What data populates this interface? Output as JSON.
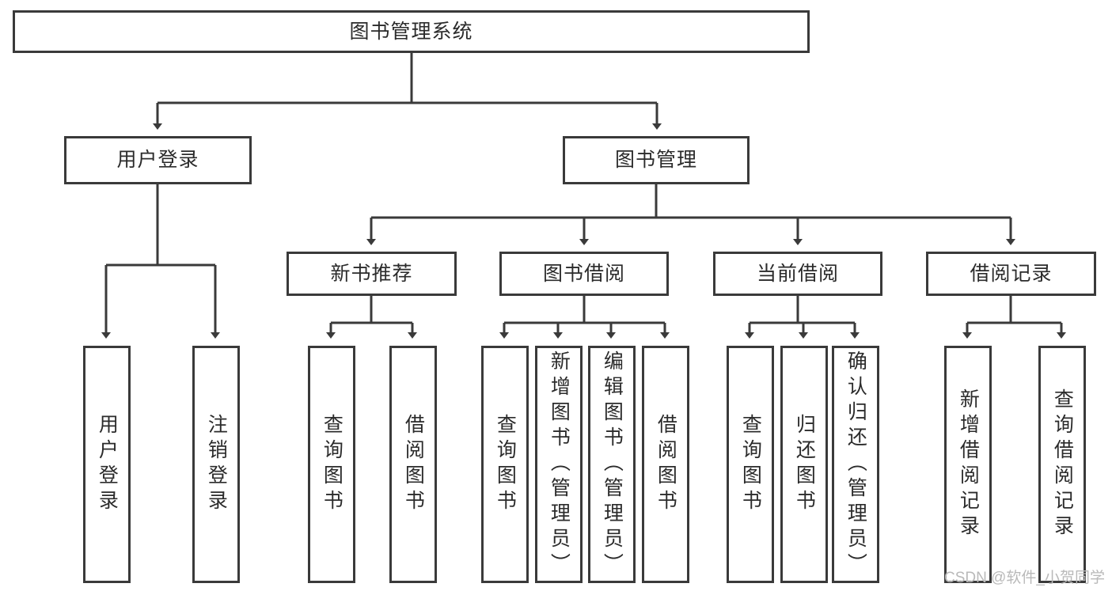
{
  "diagram": {
    "title": "图书管理系统",
    "type": "tree-hierarchy-diagram",
    "colors": {
      "stroke": "#3a3a3a",
      "fill": "#ffffff",
      "text": "#2b2b2b",
      "watermark": "#b9b9b9"
    },
    "root": {
      "id": "root",
      "label": "图书管理系统"
    },
    "level2": [
      {
        "id": "user-login",
        "label": "用户登录"
      },
      {
        "id": "book-management",
        "label": "图书管理"
      }
    ],
    "level3": [
      {
        "id": "new-book-recommend",
        "label": "新书推荐",
        "parent": "book-management"
      },
      {
        "id": "book-borrow",
        "label": "图书借阅",
        "parent": "book-management"
      },
      {
        "id": "current-borrow",
        "label": "当前借阅",
        "parent": "book-management"
      },
      {
        "id": "borrow-record",
        "label": "借阅记录",
        "parent": "book-management"
      }
    ],
    "leaves": [
      {
        "id": "leaf-user-login",
        "label": "用户登录",
        "parent": "user-login"
      },
      {
        "id": "leaf-logout-login",
        "label": "注销登录",
        "parent": "user-login"
      },
      {
        "id": "leaf-query-book-1",
        "label": "查询图书",
        "parent": "new-book-recommend"
      },
      {
        "id": "leaf-borrow-book-1",
        "label": "借阅图书",
        "parent": "new-book-recommend"
      },
      {
        "id": "leaf-query-book-2",
        "label": "查询图书",
        "parent": "book-borrow"
      },
      {
        "id": "leaf-add-book",
        "label": "新增图书（管理员）",
        "parent": "book-borrow"
      },
      {
        "id": "leaf-edit-book",
        "label": "编辑图书（管理员）",
        "parent": "book-borrow"
      },
      {
        "id": "leaf-borrow-book-2",
        "label": "借阅图书",
        "parent": "book-borrow"
      },
      {
        "id": "leaf-query-book-3",
        "label": "查询图书",
        "parent": "current-borrow"
      },
      {
        "id": "leaf-return-book",
        "label": "归还图书",
        "parent": "current-borrow"
      },
      {
        "id": "leaf-confirm-return",
        "label": "确认归还（管理员）",
        "parent": "current-borrow"
      },
      {
        "id": "leaf-add-record",
        "label": "新增借阅记录",
        "parent": "borrow-record"
      },
      {
        "id": "leaf-query-record",
        "label": "查询借阅记录",
        "parent": "borrow-record"
      }
    ],
    "watermark": "CSDN @软件_小贺同学"
  }
}
